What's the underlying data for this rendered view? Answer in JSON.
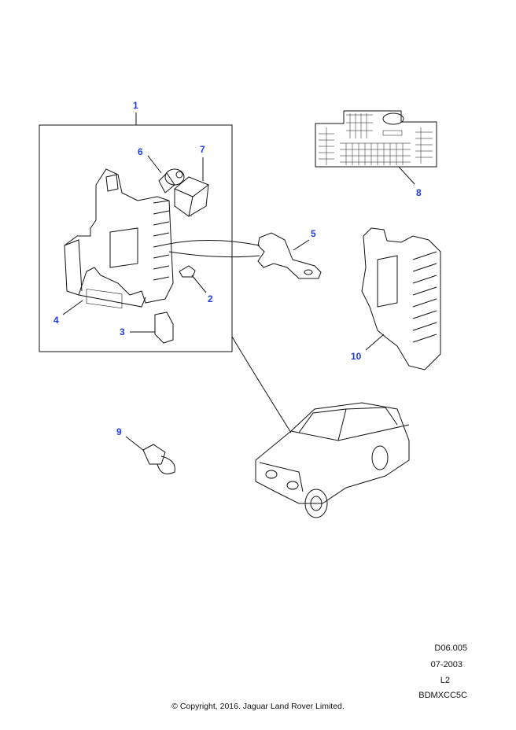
{
  "callouts": [
    "1",
    "2",
    "3",
    "4",
    "5",
    "6",
    "7",
    "8",
    "9",
    "10"
  ],
  "meta": {
    "ref": "D06.005",
    "date": "07-2003",
    "level": "L2",
    "code": "BDMXCC5C"
  },
  "copyright": "© Copyright, 2016. Jaguar Land Rover Limited.",
  "colors": {
    "callout": "#1f3de0",
    "line": "#111111"
  }
}
